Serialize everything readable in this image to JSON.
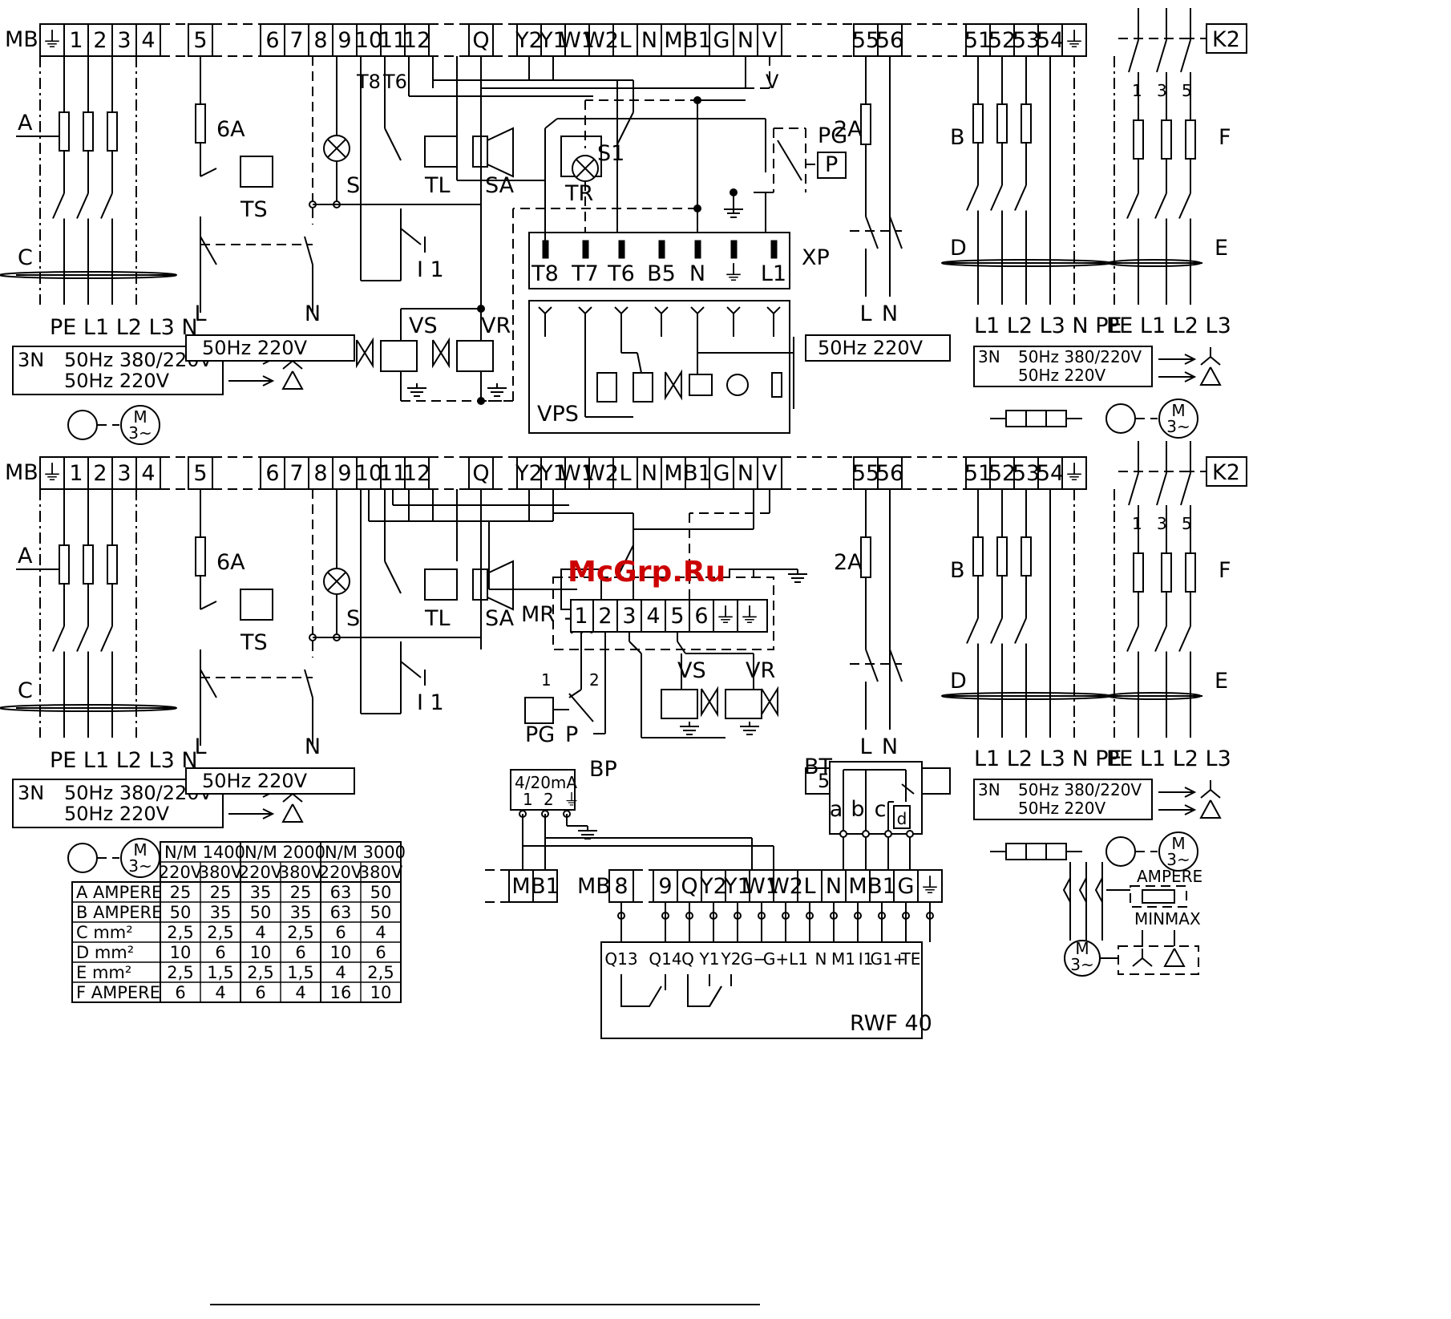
{
  "terminal_strip": {
    "label": "MB",
    "terminals": [
      "⏚",
      "1",
      "2",
      "3",
      "4",
      "5",
      "6",
      "7",
      "8",
      "9",
      "10",
      "11",
      "12",
      "Q",
      "Y2",
      "Y1",
      "W1",
      "W2",
      "L",
      "N",
      "M",
      "B1",
      "G",
      "N",
      "V",
      "55",
      "56",
      "51",
      "52",
      "53",
      "54",
      "⏚"
    ]
  },
  "component_labels": {
    "A": "A",
    "B": "B",
    "C": "C",
    "D": "D",
    "E": "E",
    "F": "F",
    "fuse_6a": "6A",
    "fuse_2a": "2A",
    "TS": "TS",
    "TL": "TL",
    "SA": "SA",
    "TR": "TR",
    "S": "S",
    "S1": "S1",
    "I1": "I 1",
    "PG": "PG",
    "P": "P",
    "VS": "VS",
    "VR": "VR",
    "VPS": "VPS",
    "XP": "XP",
    "K2": "K2",
    "MR": "MR",
    "BP": "BP",
    "BT": "BT",
    "RWF": "RWF 40",
    "L": "L",
    "N": "N",
    "T8": "T8",
    "T6": "T6",
    "V": "V",
    "one": "1",
    "two": "2",
    "three": "3",
    "five": "5"
  },
  "xp_terminals": [
    "T8",
    "T7",
    "T6",
    "B5",
    "N",
    "⏚",
    "L1"
  ],
  "mr_terminals": [
    "1",
    "2",
    "3",
    "4",
    "5",
    "6",
    "⏚",
    "⏚"
  ],
  "bp_terminals": [
    "4/20mA",
    "1",
    "2",
    "⏚"
  ],
  "bt_terminals": [
    "a",
    "b",
    "c",
    "d"
  ],
  "mb_lower": [
    "M",
    "B1"
  ],
  "mb_lower_label": "MB",
  "rwf_top_terminals": [
    "8",
    "9",
    "Q",
    "Y2",
    "Y1",
    "W1",
    "W2",
    "L",
    "N",
    "M",
    "B1",
    "G",
    "⏚"
  ],
  "rwf_bottom_terminals": [
    "Q13",
    "Q14",
    "Q",
    "Y1",
    "Y2",
    "G−",
    "G+",
    "L1",
    "N",
    "M1",
    "I1",
    "G1+",
    "TE"
  ],
  "supply_labels": {
    "single": "50Hz  220V",
    "three_phase": "3N",
    "three_phase_value": "50Hz  380/220V",
    "alt": "50Hz  220V",
    "left_phases": "PE L1 L2 L3  N",
    "right_phases_1": "L1 L2 L3  N  PE",
    "right_phases_2": "PE L1  L2 L3",
    "m3": "M",
    "m3_sub": "3~"
  },
  "ampere_block": {
    "title": "AMPERE",
    "min": "MIN",
    "max": "MAX"
  },
  "watermark": "McGrp.Ru",
  "table": {
    "header1": [
      "N/M  1400",
      "N/M  2000",
      "N/M  3000"
    ],
    "header2": [
      "220V",
      "380V",
      "220V",
      "380V",
      "220V",
      "380V"
    ],
    "rows": [
      {
        "label": "A  AMPERE",
        "values": [
          "25",
          "25",
          "35",
          "25",
          "63",
          "50"
        ]
      },
      {
        "label": "B  AMPERE",
        "values": [
          "50",
          "35",
          "50",
          "35",
          "63",
          "50"
        ]
      },
      {
        "label": "C      mm²",
        "values": [
          "2,5",
          "2,5",
          "4",
          "2,5",
          "6",
          "4"
        ]
      },
      {
        "label": "D      mm²",
        "values": [
          "10",
          "6",
          "10",
          "6",
          "10",
          "6"
        ]
      },
      {
        "label": "E      mm²",
        "values": [
          "2,5",
          "1,5",
          "2,5",
          "1,5",
          "4",
          "2,5"
        ]
      },
      {
        "label": "F  AMPERE",
        "values": [
          "6",
          "4",
          "6",
          "4",
          "16",
          "10"
        ]
      }
    ]
  }
}
